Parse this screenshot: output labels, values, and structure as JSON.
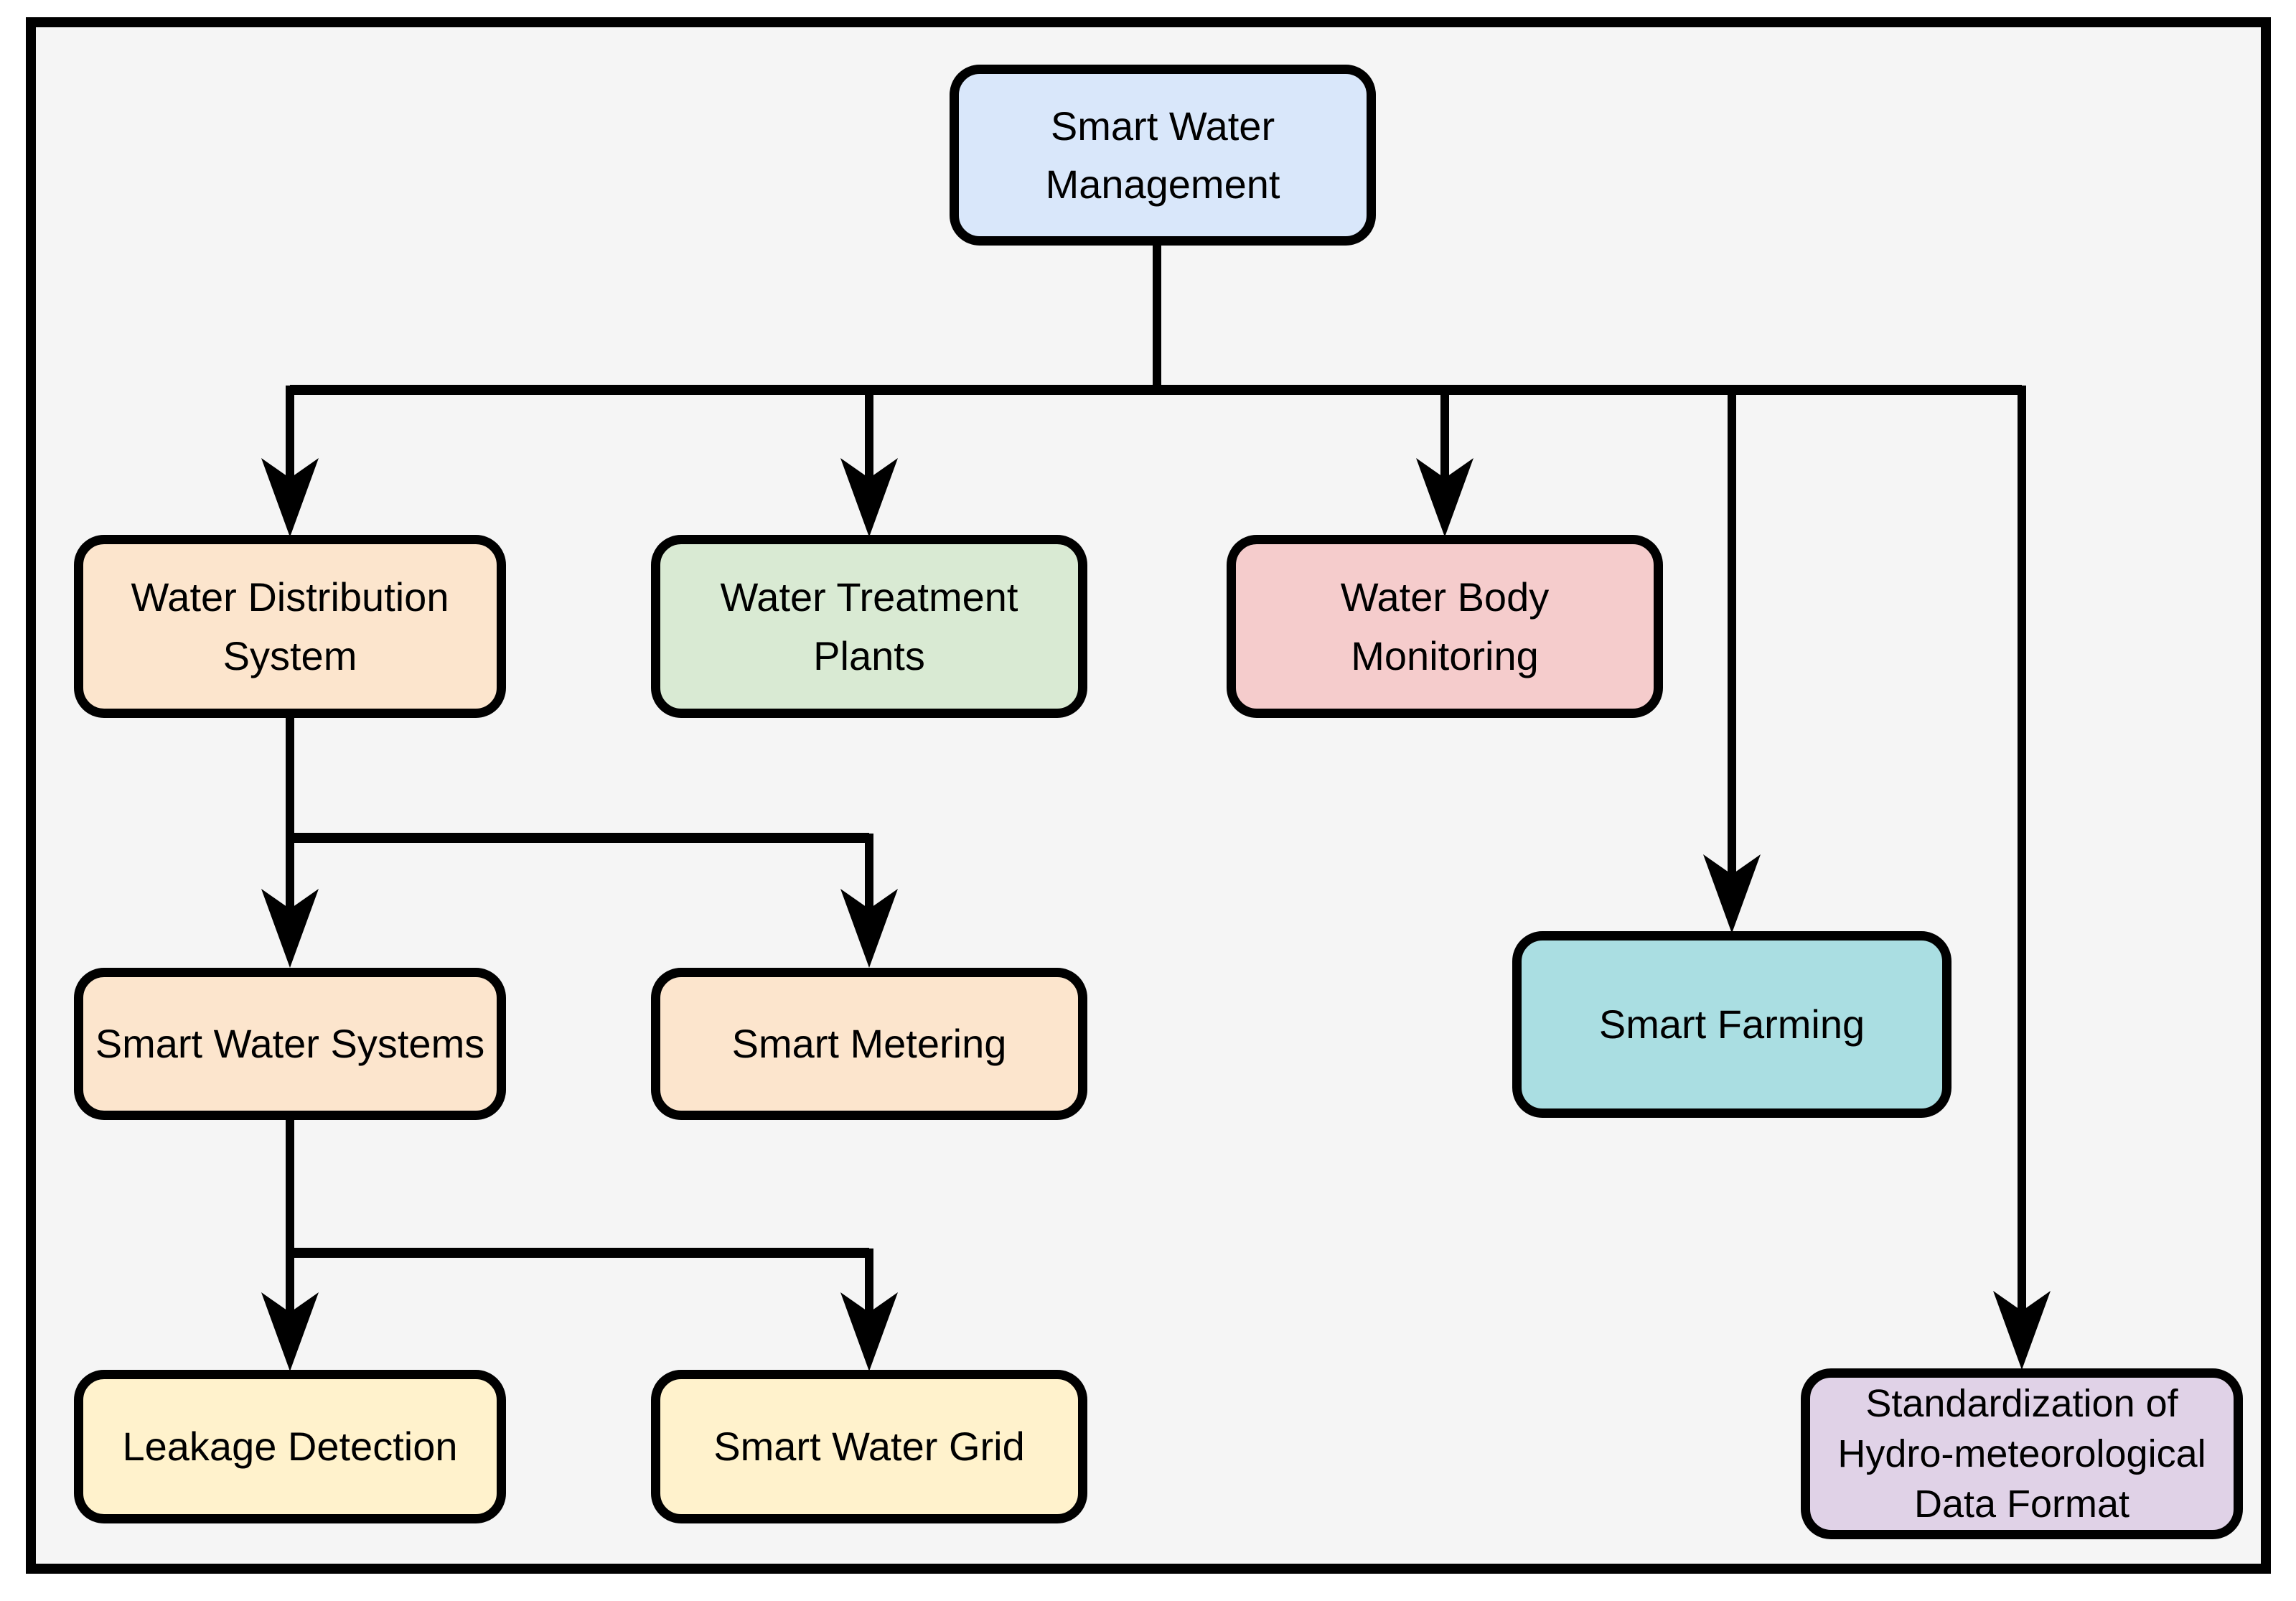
{
  "diagram": {
    "type": "flowchart",
    "background_color": "#f5f5f5",
    "frame_border_color": "#000000",
    "connector_color": "#000000",
    "nodes": {
      "smart_water_management": {
        "label": "Smart Water Management",
        "fill": "#d9e7fa"
      },
      "water_distribution_system": {
        "label": "Water Distribution System",
        "fill": "#fce5cd"
      },
      "water_treatment_plants": {
        "label": "Water Treatment Plants",
        "fill": "#d9ead3"
      },
      "water_body_monitoring": {
        "label": "Water Body Monitoring",
        "fill": "#f5cccc"
      },
      "smart_farming": {
        "label": "Smart Farming",
        "fill": "#aadee2"
      },
      "standardization": {
        "label": "Standardization of Hydro-meteorological Data Format",
        "fill": "#e0d2e7"
      },
      "smart_water_systems": {
        "label": "Smart Water Systems",
        "fill": "#fce5cd"
      },
      "smart_metering": {
        "label": "Smart Metering",
        "fill": "#fce5cd"
      },
      "leakage_detection": {
        "label": "Leakage Detection",
        "fill": "#fff2cc"
      },
      "smart_water_grid": {
        "label": "Smart Water Grid",
        "fill": "#fff2cc"
      }
    },
    "edges": [
      {
        "from": "Smart Water Management",
        "to": "Water Distribution System"
      },
      {
        "from": "Smart Water Management",
        "to": "Water Treatment Plants"
      },
      {
        "from": "Smart Water Management",
        "to": "Water Body Monitoring"
      },
      {
        "from": "Smart Water Management",
        "to": "Smart Farming"
      },
      {
        "from": "Smart Water Management",
        "to": "Standardization of Hydro-meteorological Data Format"
      },
      {
        "from": "Water Distribution System",
        "to": "Smart Water Systems"
      },
      {
        "from": "Water Distribution System",
        "to": "Smart Metering"
      },
      {
        "from": "Smart Water Systems",
        "to": "Leakage Detection"
      },
      {
        "from": "Smart Water Systems",
        "to": "Smart Water Grid"
      }
    ]
  }
}
